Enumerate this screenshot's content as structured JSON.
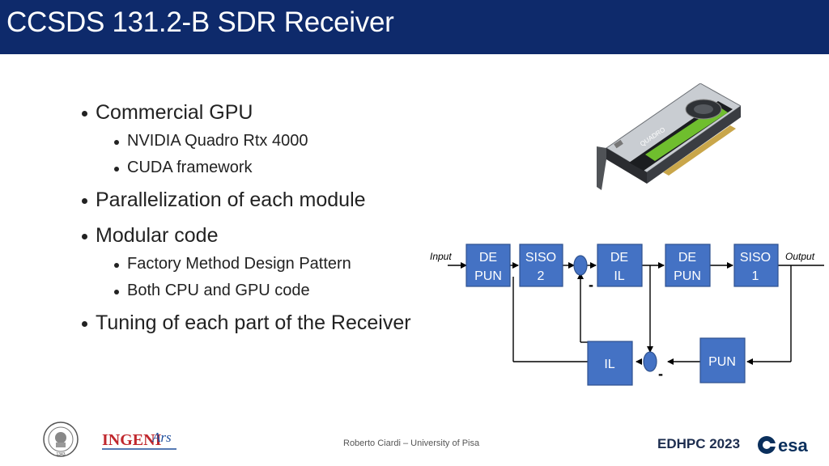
{
  "slide": {
    "title": "CCSDS 131.2-B SDR Receiver",
    "bullets": [
      {
        "text": "Commercial GPU",
        "sub": [
          "NVIDIA Quadro Rtx 4000",
          "CUDA framework"
        ]
      },
      {
        "text": "Parallelization of each module",
        "sub": []
      },
      {
        "text": "Modular code",
        "sub": [
          "Factory Method Design Pattern",
          "Both CPU and GPU code"
        ]
      },
      {
        "text": "Tuning of each part of the Receiver",
        "sub": []
      }
    ]
  },
  "gpu_card": {
    "label": "QUADRO"
  },
  "diagram": {
    "input_label": "Input",
    "output_label": "Output",
    "blocks": {
      "depun1": [
        "DE",
        "PUN"
      ],
      "siso2": [
        "SISO",
        "2"
      ],
      "deil": [
        "DE",
        "IL"
      ],
      "depun2": [
        "DE",
        "PUN"
      ],
      "siso1": [
        "SISO",
        "1"
      ],
      "il": [
        "IL"
      ],
      "pun": [
        "PUN"
      ]
    },
    "minus_sign": "-",
    "colors": {
      "block_fill": "#4472c4",
      "block_stroke": "#2f528f",
      "line": "#000000"
    }
  },
  "footer": {
    "author": "Roberto Ciardi – University of Pisa",
    "conference": "EDHPC 2023",
    "esa_text": "esa",
    "logo_ingeni": "INGENI",
    "logo_ars": "Ars",
    "seal_year": "1343"
  }
}
